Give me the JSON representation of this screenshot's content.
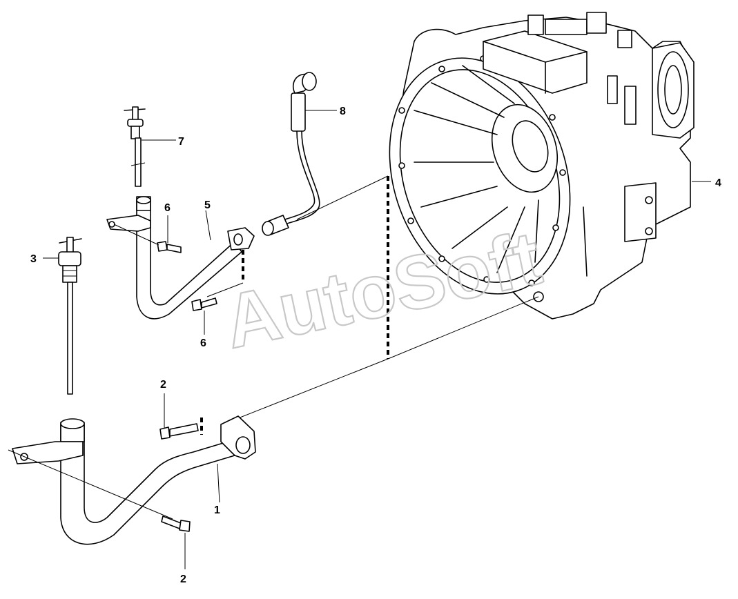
{
  "callouts": [
    {
      "id": "1",
      "label": "1"
    },
    {
      "id": "2a",
      "label": "2"
    },
    {
      "id": "2b",
      "label": "2"
    },
    {
      "id": "3",
      "label": "3"
    },
    {
      "id": "4",
      "label": "4"
    },
    {
      "id": "5",
      "label": "5"
    },
    {
      "id": "6a",
      "label": "6"
    },
    {
      "id": "6b",
      "label": "6"
    },
    {
      "id": "7",
      "label": "7"
    },
    {
      "id": "8",
      "label": "8"
    }
  ],
  "watermark": "AutoSoft",
  "colors": {
    "line": "#000000",
    "background": "#ffffff",
    "watermark": "#c8c8c8"
  }
}
